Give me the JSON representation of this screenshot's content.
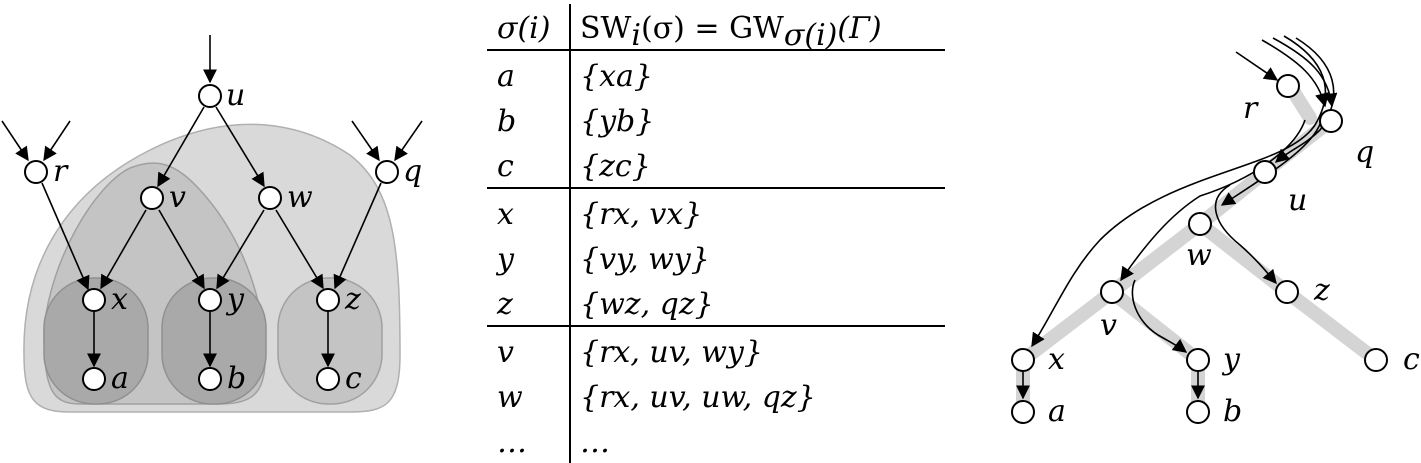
{
  "left_graph": {
    "nodes": [
      {
        "id": "u",
        "label": "u"
      },
      {
        "id": "r",
        "label": "r"
      },
      {
        "id": "v",
        "label": "v"
      },
      {
        "id": "w",
        "label": "w"
      },
      {
        "id": "q",
        "label": "q"
      },
      {
        "id": "x",
        "label": "x"
      },
      {
        "id": "y",
        "label": "y"
      },
      {
        "id": "z",
        "label": "z"
      },
      {
        "id": "a",
        "label": "a"
      },
      {
        "id": "b",
        "label": "b"
      },
      {
        "id": "c",
        "label": "c"
      }
    ],
    "edges": [
      [
        "u",
        "v"
      ],
      [
        "u",
        "w"
      ],
      [
        "r",
        "x"
      ],
      [
        "v",
        "x"
      ],
      [
        "v",
        "y"
      ],
      [
        "w",
        "y"
      ],
      [
        "w",
        "z"
      ],
      [
        "q",
        "z"
      ],
      [
        "x",
        "a"
      ],
      [
        "y",
        "b"
      ],
      [
        "z",
        "c"
      ]
    ],
    "colors": {
      "region_outer": "#d9d9d9",
      "region_mid": "#c4c4c4",
      "region_inner": "#a9a9a9"
    }
  },
  "table": {
    "header": {
      "col1": "σ(i)",
      "col2_left": "SW",
      "col2_sub": "i",
      "col2_arg": "(σ) = GW",
      "col2_sub2": "σ(i)",
      "col2_end": "(Γ)"
    },
    "groups": [
      [
        {
          "sigma": "a",
          "sw": "{xa}"
        },
        {
          "sigma": "b",
          "sw": "{yb}"
        },
        {
          "sigma": "c",
          "sw": "{zc}"
        }
      ],
      [
        {
          "sigma": "x",
          "sw": "{rx, vx}"
        },
        {
          "sigma": "y",
          "sw": "{vy, wy}"
        },
        {
          "sigma": "z",
          "sw": "{wz, qz}"
        }
      ],
      [
        {
          "sigma": "v",
          "sw": "{rx, uv, wy}"
        },
        {
          "sigma": "w",
          "sw": "{rx, uv, uw, qz}"
        },
        {
          "sigma": "…",
          "sw": "…"
        }
      ]
    ]
  },
  "right_graph": {
    "nodes": [
      {
        "id": "r",
        "label": "r"
      },
      {
        "id": "q",
        "label": "q"
      },
      {
        "id": "u",
        "label": "u"
      },
      {
        "id": "w",
        "label": "w"
      },
      {
        "id": "v",
        "label": "v"
      },
      {
        "id": "z",
        "label": "z"
      },
      {
        "id": "c",
        "label": "c"
      },
      {
        "id": "x",
        "label": "x"
      },
      {
        "id": "y",
        "label": "y"
      },
      {
        "id": "a",
        "label": "a"
      },
      {
        "id": "b",
        "label": "b"
      }
    ],
    "colors": {
      "shadow": "#d4d4d4"
    }
  }
}
